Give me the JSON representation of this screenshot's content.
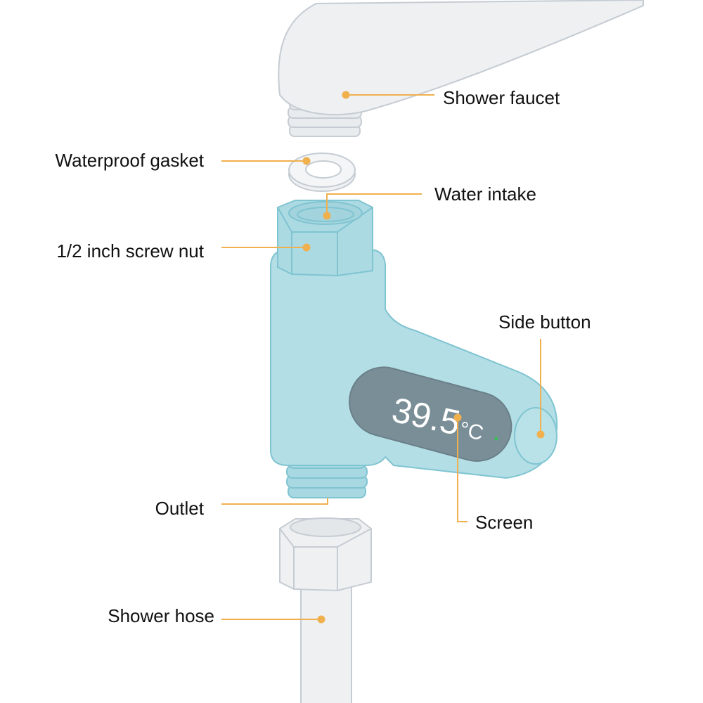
{
  "colors": {
    "accent": "#f0b04e",
    "body": "#b3dee6",
    "body_stroke": "#7fc4d1",
    "metal": "#eef0f2",
    "metal_stroke": "#c5ccd3",
    "screen": "#7a8e97",
    "digits": "#ffffff",
    "indicator": "#3cbf5a"
  },
  "display": {
    "reading": "39.5",
    "unit": "°C"
  },
  "labels": {
    "shower_faucet": "Shower faucet",
    "waterproof_gasket": "Waterproof gasket",
    "water_intake": "Water intake",
    "screw_nut": "1/2 inch screw nut",
    "side_button": "Side button",
    "screen": "Screen",
    "outlet": "Outlet",
    "shower_hose": "Shower hose"
  }
}
